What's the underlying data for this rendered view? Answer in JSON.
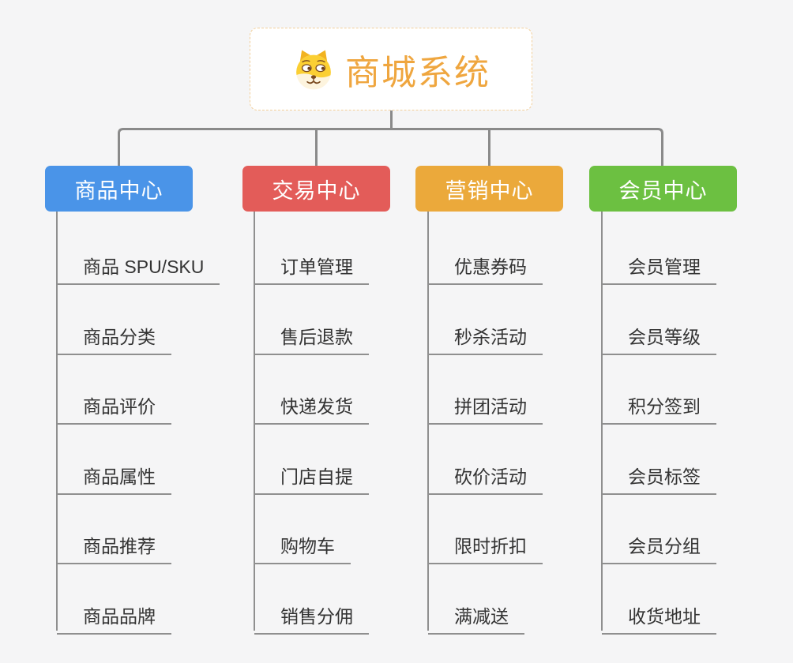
{
  "root": {
    "title": "商城系统",
    "icon": "dog-face-icon"
  },
  "branches": [
    {
      "label": "商品中心",
      "color": "#4a94e8",
      "items": [
        "商品 SPU/SKU",
        "商品分类",
        "商品评价",
        "商品属性",
        "商品推荐",
        "商品品牌"
      ]
    },
    {
      "label": "交易中心",
      "color": "#e35c59",
      "items": [
        "订单管理",
        "售后退款",
        "快递发货",
        "门店自提",
        "购物车",
        "销售分佣"
      ]
    },
    {
      "label": "营销中心",
      "color": "#eba93b",
      "items": [
        "优惠券码",
        "秒杀活动",
        "拼团活动",
        "砍价活动",
        "限时折扣",
        "满减送"
      ]
    },
    {
      "label": "会员中心",
      "color": "#6cc041",
      "items": [
        "会员管理",
        "会员等级",
        "积分签到",
        "会员标签",
        "会员分组",
        "收货地址"
      ]
    }
  ],
  "colors": {
    "background": "#f5f5f6",
    "root_title": "#efa63f",
    "root_border": "#f2cf9a",
    "connector_main": "#8a8a8a",
    "connector_leaf": "#8f8f8f",
    "leaf_text": "#333333"
  }
}
